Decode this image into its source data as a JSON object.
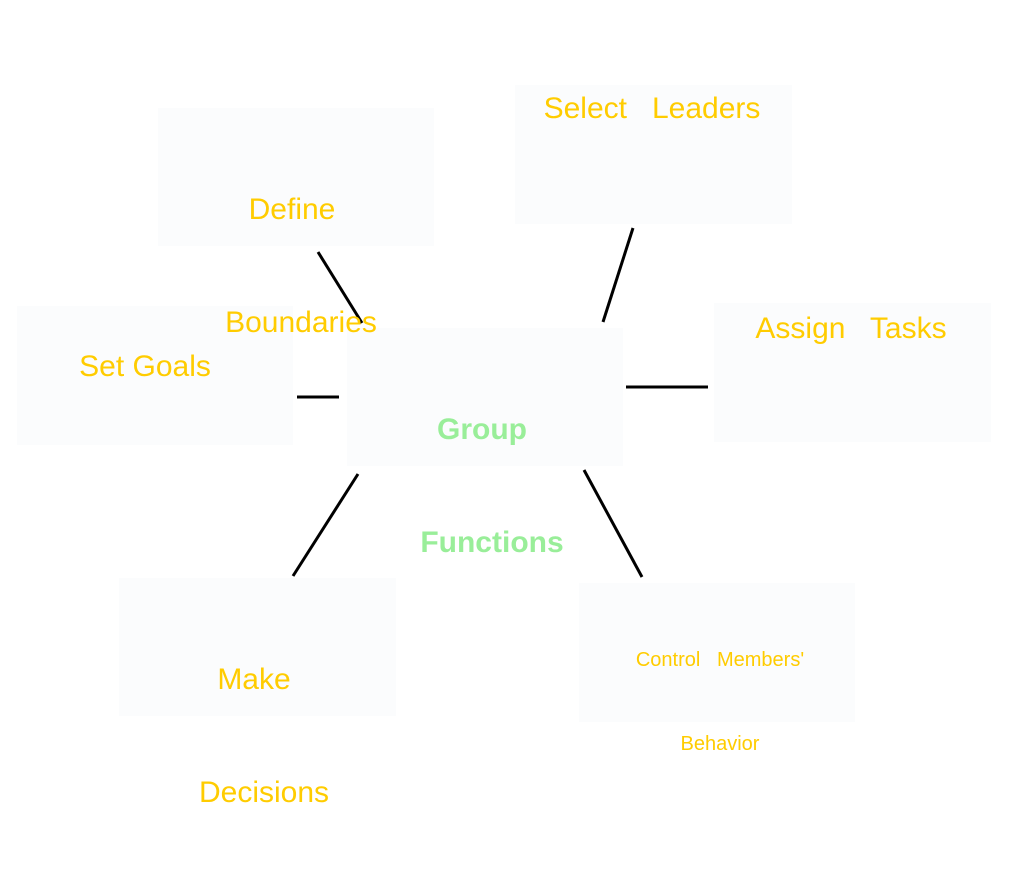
{
  "colors": {
    "node_text": "#ffcc00",
    "center_text": "#99ee99",
    "node_background": "#fbfcfd",
    "connector": "#000000"
  },
  "diagram": {
    "center": {
      "line1": "Group",
      "line2": "Functions"
    },
    "nodes": {
      "define_boundaries": {
        "line1": "Define",
        "line2": "Boundaries"
      },
      "select_leaders": {
        "text": "Select   Leaders"
      },
      "set_goals": {
        "text": "Set Goals"
      },
      "assign_tasks": {
        "text": "Assign   Tasks"
      },
      "make_decisions": {
        "line1": "Make",
        "line2": "Decisions"
      },
      "control_behavior": {
        "line1": "Control   Members'",
        "line2": "Behavior"
      }
    }
  }
}
